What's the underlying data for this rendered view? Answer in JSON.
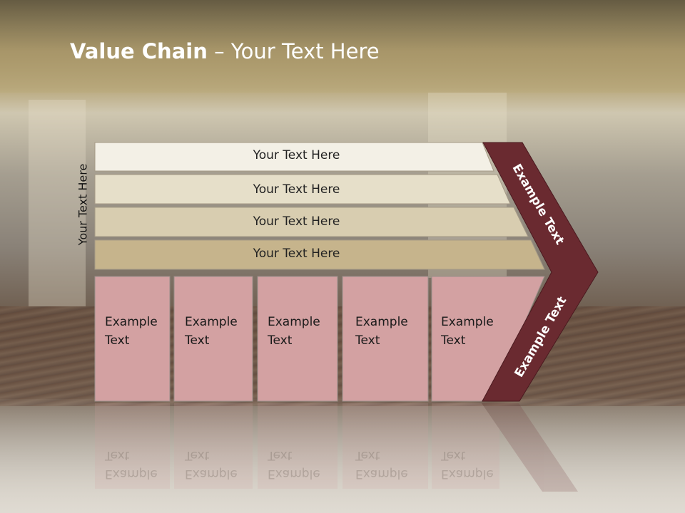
{
  "title": {
    "bold": "Value Chain",
    "rest": " – Your Text Here"
  },
  "side_label": "Your Text Here",
  "bars": [
    {
      "label": "Your Text Here",
      "color": "#f3f0e6"
    },
    {
      "label": "Your Text Here",
      "color": "#e6dfc9"
    },
    {
      "label": "Your Text Here",
      "color": "#d8cdb0"
    },
    {
      "label": "Your Text Here",
      "color": "#c6b48c"
    }
  ],
  "boxes": [
    {
      "text": "Example\nText"
    },
    {
      "text": "Example\nText"
    },
    {
      "text": "Example\nText"
    },
    {
      "text": "Example\nText"
    },
    {
      "text": "Example\nText"
    }
  ],
  "chevron": {
    "upper_text": "Example Text",
    "lower_text": "Example Text",
    "color": "#6a2a30"
  },
  "colors": {
    "box": "#d3a1a2",
    "box_border": "#9a8f8a",
    "bar_border": "#a59a86"
  }
}
